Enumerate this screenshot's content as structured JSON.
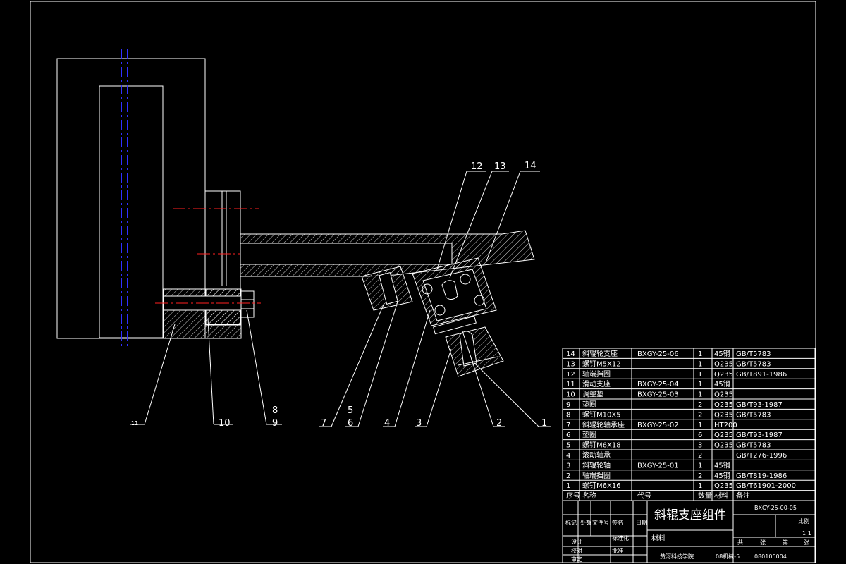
{
  "drawing": {
    "title": "斜辊支座组件",
    "drawing_number": "BXGY-25-00-05",
    "scale_label": "比例",
    "scale": "1:1",
    "material_label": "材料",
    "institution": "黄河科技学院",
    "class_code": "08机械-5",
    "student_no": "080105004"
  },
  "bom_header": {
    "index": "序号",
    "name": "名称",
    "code": "代号",
    "qty": "数量",
    "material": "材料",
    "note": "备注"
  },
  "bom": [
    {
      "index": "14",
      "name": "斜辊轮支座",
      "code": "BXGY-25-06",
      "qty": "1",
      "material": "45钢",
      "note": "GB/T5783"
    },
    {
      "index": "13",
      "name": "螺钉M5X12",
      "code": "",
      "qty": "1",
      "material": "Q235",
      "note": "GB/T5783"
    },
    {
      "index": "12",
      "name": "轴端挡圈",
      "code": "",
      "qty": "1",
      "material": "Q235",
      "note": "GB/T891-1986"
    },
    {
      "index": "11",
      "name": "滑动支座",
      "code": "BXGY-25-04",
      "qty": "1",
      "material": "45钢",
      "note": ""
    },
    {
      "index": "10",
      "name": "调整垫",
      "code": "BXGY-25-03",
      "qty": "1",
      "material": "Q235",
      "note": ""
    },
    {
      "index": "9",
      "name": "垫圈",
      "code": "",
      "qty": "2",
      "material": "Q235",
      "note": "GB/T93-1987"
    },
    {
      "index": "8",
      "name": "螺钉M10X5",
      "code": "",
      "qty": "2",
      "material": "Q235",
      "note": "GB/T5783"
    },
    {
      "index": "7",
      "name": "斜辊轮轴承座",
      "code": "BXGY-25-02",
      "qty": "1",
      "material": "HT200",
      "note": ""
    },
    {
      "index": "6",
      "name": "垫圈",
      "code": "",
      "qty": "6",
      "material": "Q235",
      "note": "GB/T93-1987"
    },
    {
      "index": "5",
      "name": "螺钉M6X18",
      "code": "",
      "qty": "3",
      "material": "Q235",
      "note": "GB/T5783"
    },
    {
      "index": "4",
      "name": "滚动轴承",
      "code": "",
      "qty": "2",
      "material": "",
      "note": "GB/T276-1996"
    },
    {
      "index": "3",
      "name": "斜辊轮轴",
      "code": "BXGY-25-01",
      "qty": "1",
      "material": "45钢",
      "note": ""
    },
    {
      "index": "2",
      "name": "轴端挡圈",
      "code": "",
      "qty": "2",
      "material": "45钢",
      "note": "GB/T819-1986"
    },
    {
      "index": "1",
      "name": "螺钉M6X16",
      "code": "",
      "qty": "1",
      "material": "Q235",
      "note": "GB/T61901-2000"
    }
  ],
  "callouts": [
    "1",
    "2",
    "3",
    "4",
    "5",
    "6",
    "7",
    "8",
    "9",
    "10",
    "11",
    "12",
    "13",
    "14"
  ],
  "title_block": {
    "mark": "标记",
    "count": "处数",
    "doc_no": "文件号",
    "sign": "签名",
    "date": "日期",
    "design": "设计",
    "check": "校对",
    "review": "审定",
    "standardize": "标准化",
    "approve": "批准",
    "sheet_total": "共",
    "sheet_label": "张",
    "sheet_no": "第"
  },
  "colors": {
    "line": "#ffffff",
    "centerline_red": "#ff2020",
    "centerline_blue": "#3030ff"
  }
}
